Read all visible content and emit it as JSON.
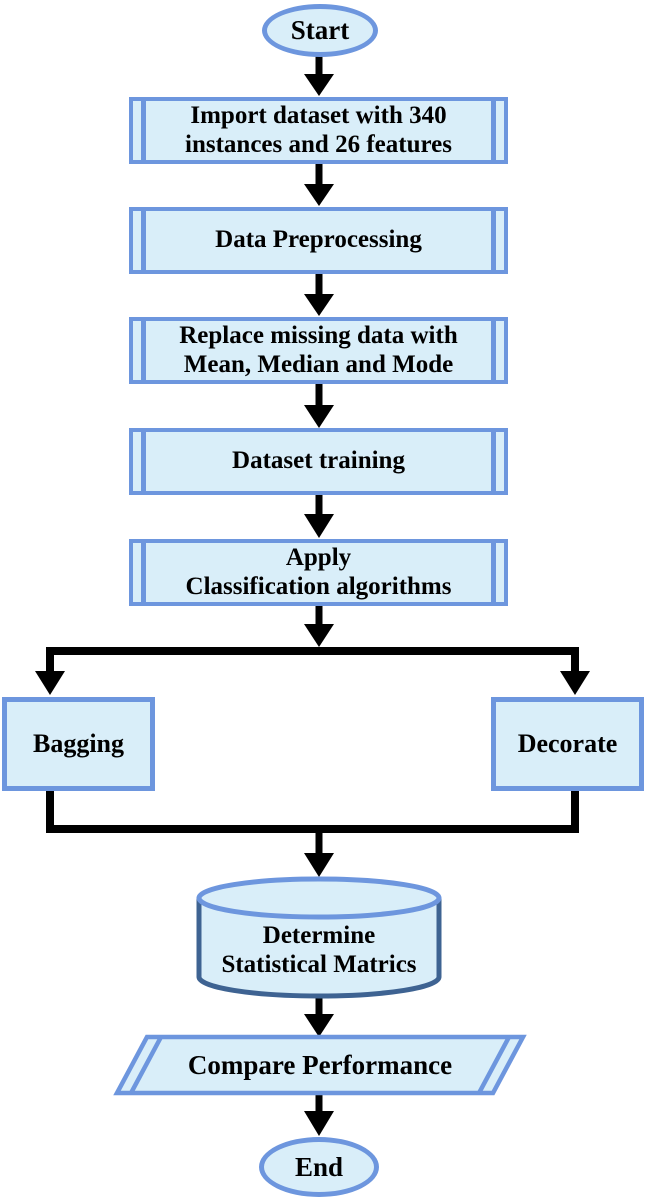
{
  "colors": {
    "node_border": "#6D96DE",
    "node_fill": "#D9EEF9",
    "cylinder_side_border": "#3E6392",
    "connector": "#000000",
    "text": "#000000"
  },
  "nodes": {
    "start": {
      "label": "Start"
    },
    "import_dataset": {
      "label": "Import dataset with 340\ninstances and 26 features"
    },
    "data_preprocessing": {
      "label": "Data Preprocessing"
    },
    "replace_missing": {
      "label": "Replace missing data with\nMean, Median and Mode"
    },
    "dataset_training": {
      "label": "Dataset training"
    },
    "apply_classification": {
      "label": "Apply\nClassification algorithms"
    },
    "bagging": {
      "label": "Bagging"
    },
    "decorate": {
      "label": "Decorate"
    },
    "determine_metrics": {
      "label": "Determine\nStatistical Matrics"
    },
    "compare_performance": {
      "label": "Compare Performance"
    },
    "end": {
      "label": "End"
    }
  },
  "edges": [
    {
      "from": "start",
      "to": "import_dataset"
    },
    {
      "from": "import_dataset",
      "to": "data_preprocessing"
    },
    {
      "from": "data_preprocessing",
      "to": "replace_missing"
    },
    {
      "from": "replace_missing",
      "to": "dataset_training"
    },
    {
      "from": "dataset_training",
      "to": "apply_classification"
    },
    {
      "from": "apply_classification",
      "to": "bagging"
    },
    {
      "from": "apply_classification",
      "to": "decorate"
    },
    {
      "from": "bagging",
      "to": "determine_metrics"
    },
    {
      "from": "decorate",
      "to": "determine_metrics"
    },
    {
      "from": "determine_metrics",
      "to": "compare_performance"
    },
    {
      "from": "compare_performance",
      "to": "end"
    }
  ]
}
